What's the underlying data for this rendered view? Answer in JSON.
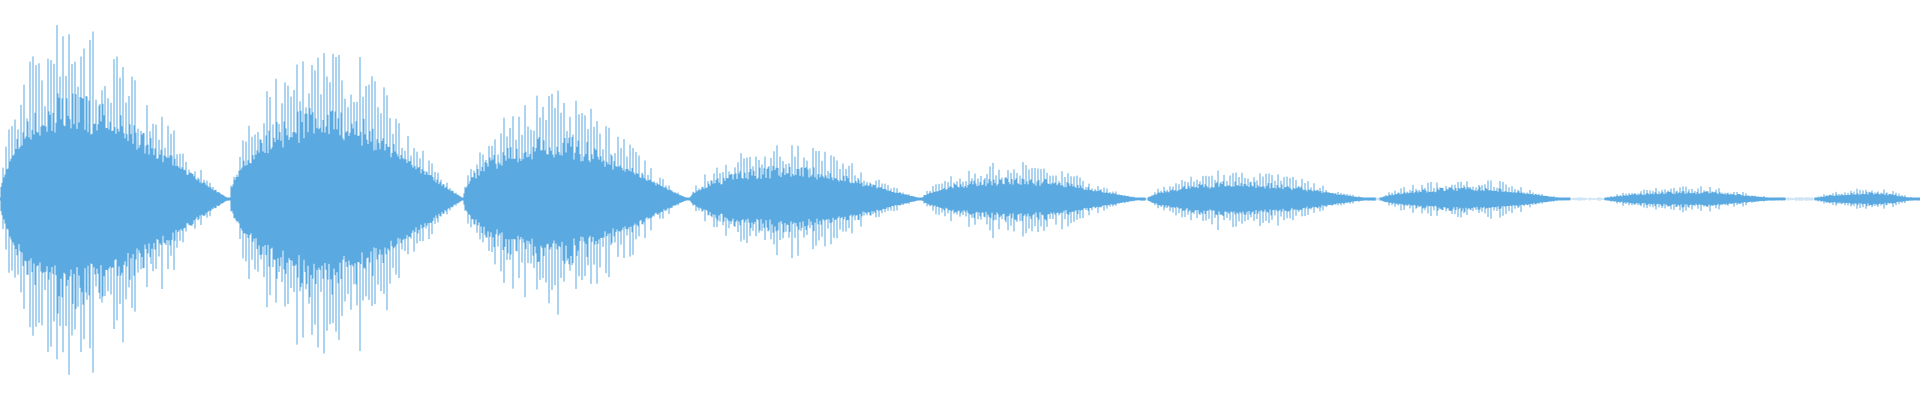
{
  "waveform": {
    "color": "#5aa9e0",
    "background": "#ffffff",
    "description_type": "audio-waveform",
    "bursts": [
      {
        "index": 1,
        "peak_amplitude": 0.95
      },
      {
        "index": 2,
        "peak_amplitude": 0.84
      },
      {
        "index": 3,
        "peak_amplitude": 0.58
      },
      {
        "index": 4,
        "peak_amplitude": 0.3
      },
      {
        "index": 5,
        "peak_amplitude": 0.2
      },
      {
        "index": 6,
        "peak_amplitude": 0.16
      },
      {
        "index": 7,
        "peak_amplitude": 0.11
      },
      {
        "index": 8,
        "peak_amplitude": 0.07
      },
      {
        "index": 9,
        "peak_amplitude": 0.06
      }
    ]
  }
}
